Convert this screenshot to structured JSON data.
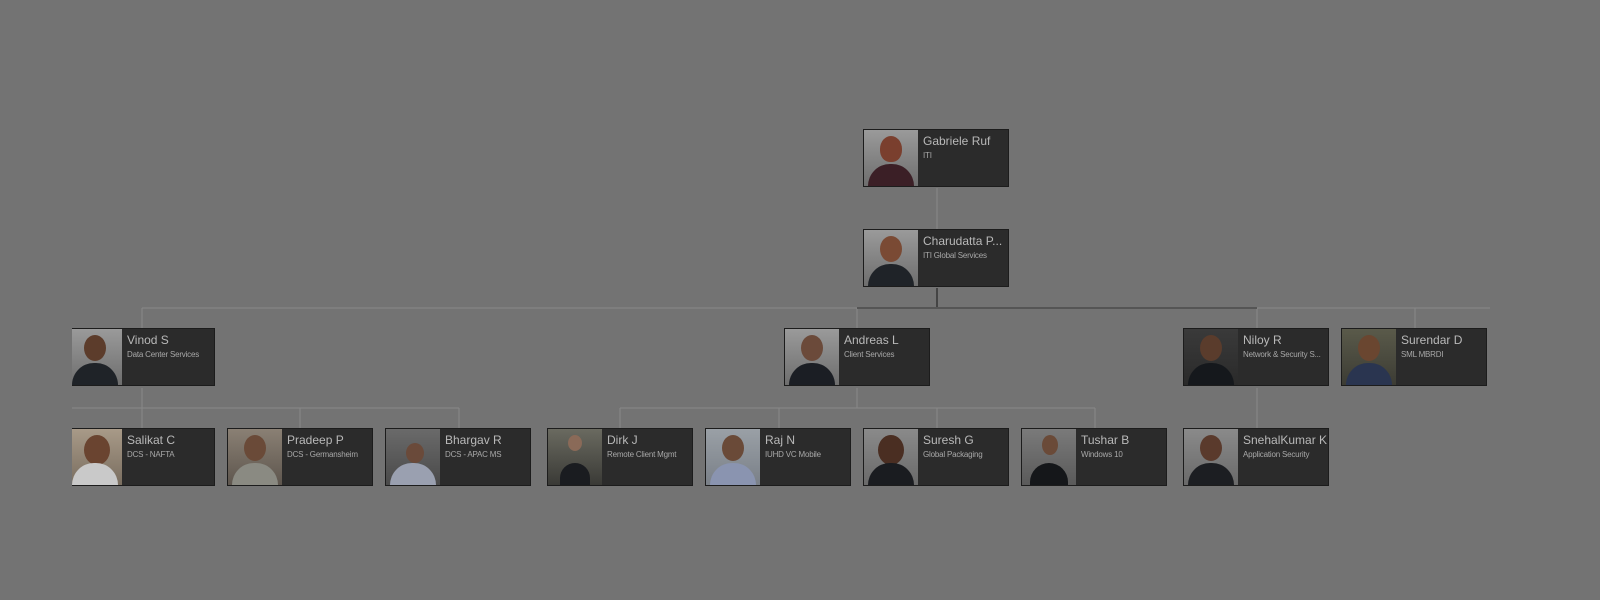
{
  "org_chart": {
    "nodes": [
      {
        "id": "gabriele",
        "name": "Gabriele Ruf",
        "title": "ITI",
        "parent": null
      },
      {
        "id": "charudatta",
        "name": "Charudatta P...",
        "title": "ITI Global Services",
        "parent": "gabriele"
      },
      {
        "id": "vinod",
        "name": "Vinod S",
        "title": "Data Center Services",
        "parent": "charudatta"
      },
      {
        "id": "andreas",
        "name": "Andreas L",
        "title": "Client Services",
        "parent": "charudatta"
      },
      {
        "id": "niloy",
        "name": "Niloy R",
        "title": "Network & Security S...",
        "parent": "charudatta"
      },
      {
        "id": "surendar",
        "name": "Surendar D",
        "title": "SML MBRDI",
        "parent": "charudatta"
      },
      {
        "id": "salikat",
        "name": "Salikat C",
        "title": "DCS - NAFTA",
        "parent": "vinod"
      },
      {
        "id": "pradeep",
        "name": "Pradeep P",
        "title": "DCS - Germansheim",
        "parent": "vinod"
      },
      {
        "id": "bhargav",
        "name": "Bhargav R",
        "title": "DCS - APAC MS",
        "parent": "vinod"
      },
      {
        "id": "dirk",
        "name": "Dirk J",
        "title": "Remote Client Mgmt",
        "parent": "andreas"
      },
      {
        "id": "raj",
        "name": "Raj N",
        "title": "IUHD VC Mobile",
        "parent": "andreas"
      },
      {
        "id": "suresh",
        "name": "Suresh G",
        "title": "Global Packaging",
        "parent": "andreas"
      },
      {
        "id": "tushar",
        "name": "Tushar B",
        "title": "Windows 10",
        "parent": "andreas"
      },
      {
        "id": "snehal",
        "name": "SnehalKumar K",
        "title": "Application Security",
        "parent": "niloy"
      }
    ]
  }
}
